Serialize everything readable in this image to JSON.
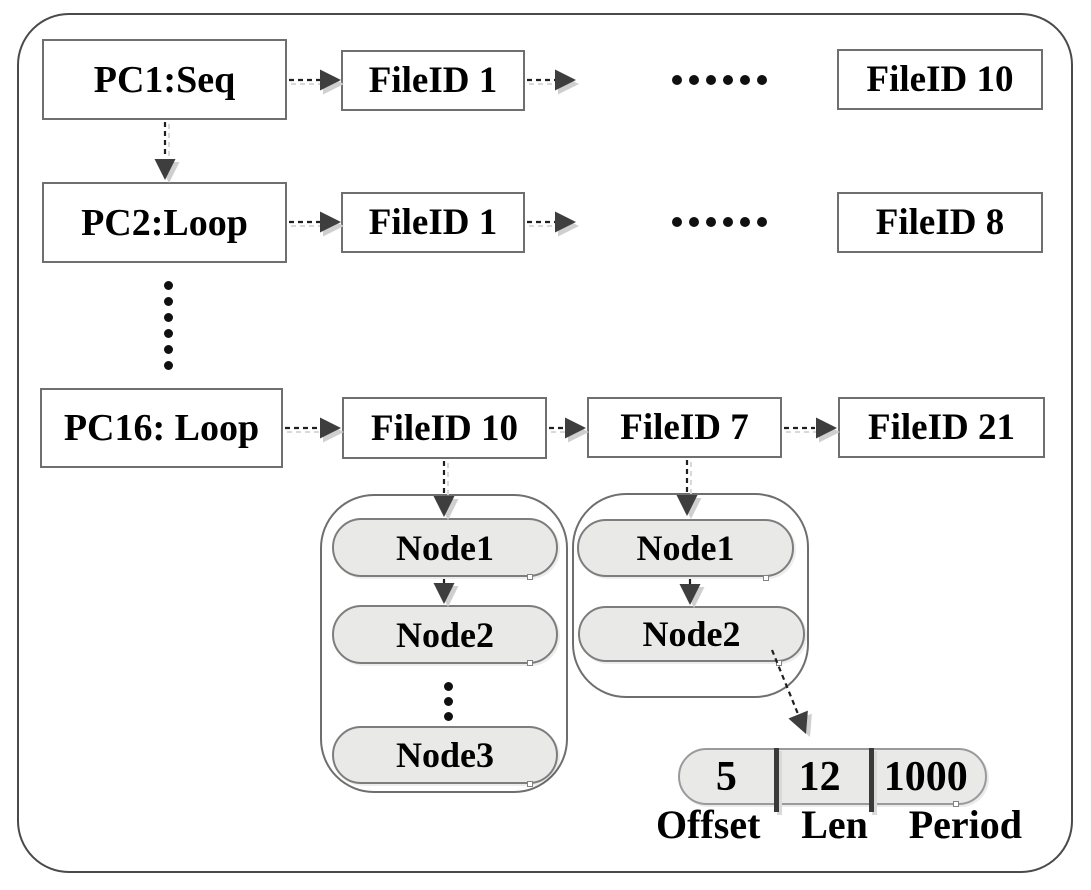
{
  "figure": "process-file-node-index-diagram",
  "colors": {
    "background": "#ffffff",
    "box_fill": "#ffffff",
    "box_border": "#6f6f6f",
    "pill_fill": "#e9e9e8",
    "pill_border": "#7d7d7d",
    "frame_border": "#4a4a4a",
    "arrow": "#3e3e3e",
    "arrow_shadow": "#cfcfcf",
    "text": "#000000"
  },
  "process_chains": [
    {
      "pc": "PC1:Seq",
      "first_file": "FileID 1",
      "ellipsis": "......",
      "last_file": "FileID 10"
    },
    {
      "pc": "PC2:Loop",
      "first_file": "FileID 1",
      "ellipsis": "......",
      "last_file": "FileID 8"
    },
    {
      "pc": "PC16: Loop",
      "files": [
        "FileID 10",
        "FileID 7",
        "FileID 21"
      ]
    }
  ],
  "vertical_ellipsis_between": [
    "PC2:Loop",
    "PC16: Loop"
  ],
  "node_groups": [
    {
      "under": "FileID 10",
      "nodes": [
        "Node1",
        "Node2",
        "Node3"
      ],
      "has_ellipsis": true
    },
    {
      "under": "FileID 7",
      "nodes": [
        "Node1",
        "Node2"
      ],
      "has_ellipsis": false
    }
  ],
  "record": {
    "values": [
      "5",
      "12",
      "1000"
    ],
    "labels": [
      "Offset",
      "Len",
      "Period"
    ]
  }
}
